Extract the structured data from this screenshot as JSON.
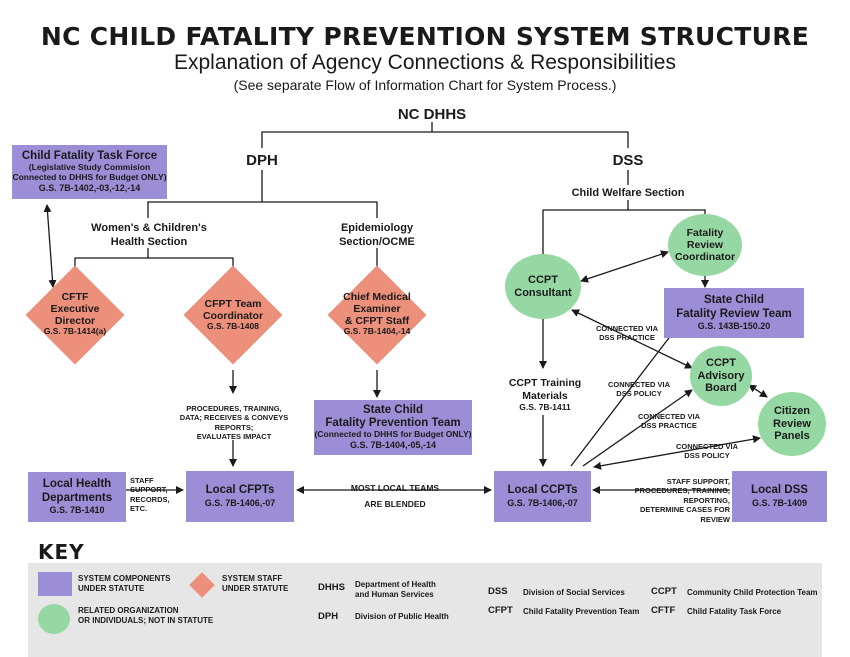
{
  "header": {
    "title": "NC CHILD FATALITY PREVENTION SYSTEM STRUCTURE",
    "subtitle": "Explanation of Agency Connections & Responsibilities",
    "note": "(See separate Flow of Information Chart for System Process.)"
  },
  "top": {
    "dhhs": "NC DHHS",
    "dph": "DPH",
    "dss": "DSS",
    "child_welfare": "Child Welfare Section"
  },
  "dph_sections": {
    "wch": [
      "Women's & Children's",
      "Health Section"
    ],
    "epi": [
      "Epidemiology",
      "Section/OCME"
    ]
  },
  "task_force": {
    "title": "Child Fatality Task Force",
    "sub": [
      "(Legislative Study Commision",
      "Connected to DHHS for Budget ONLY)"
    ],
    "gs": "G.S. 7B-1402,-03,-12,-14"
  },
  "diamonds": {
    "cftf_director": {
      "lines": [
        "CFTF",
        "Executive",
        "Director"
      ],
      "gs": "G.S. 7B-1414(a)"
    },
    "cfpt_coord": {
      "lines": [
        "CFPT Team",
        "Coordinator"
      ],
      "gs": "G.S. 7B-1408"
    },
    "cme": {
      "lines": [
        "Chief Medical",
        "Examiner",
        "& CFPT Staff"
      ],
      "gs": "G.S. 7B-1404,-14"
    }
  },
  "circles": {
    "ccpt_consultant": [
      "CCPT",
      "Consultant"
    ],
    "fatality_coord": [
      "Fatality",
      "Review",
      "Coordinator"
    ],
    "advisory_board": [
      "CCPT",
      "Advisory",
      "Board"
    ],
    "citizen_panels": [
      "Citizen",
      "Review",
      "Panels"
    ]
  },
  "boxes": {
    "state_cfrt": {
      "lines": [
        "State Child",
        "Fatality Review Team"
      ],
      "gs": "G.S. 143B-150.20"
    },
    "state_cfpt": {
      "lines": [
        "State Child",
        "Fatality Prevention Team"
      ],
      "sub": "(Connected to DHHS for Budget ONLY)",
      "gs": "G.S. 7B-1404,-05,-14"
    },
    "local_health": {
      "lines": [
        "Local Health",
        "Departments"
      ],
      "gs": "G.S. 7B-1410"
    },
    "local_cfpts": {
      "title": "Local CFPTs",
      "gs": "G.S. 7B-1406,-07"
    },
    "local_ccpts": {
      "title": "Local CCPTs",
      "gs": "G.S. 7B-1406,-07"
    },
    "local_dss": {
      "title": "Local DSS",
      "gs": "G.S. 7B-1409"
    }
  },
  "annotations": {
    "training_materials": [
      "CCPT Training",
      "Materials"
    ],
    "training_gs": "G.S. 7B-1411",
    "procedures": [
      "PROCEDURES, TRAINING,",
      "DATA; RECEIVES & CONVEYS REPORTS;",
      "EVALUATES IMPACT"
    ],
    "staff_support": [
      "STAFF",
      "SUPPORT,",
      "RECORDS,",
      "ETC."
    ],
    "blended": [
      "MOST LOCAL TEAMS",
      "ARE BLENDED"
    ],
    "dss_support": [
      "STAFF SUPPORT,",
      "PROCEDURES, TRAINING,",
      "REPORTING,",
      "DETERMINE CASES FOR REVIEW"
    ],
    "connected_1": [
      "CONNECTED VIA",
      "DSS PRACTICE"
    ],
    "connected_2": [
      "CONNECTED VIA",
      "DSS POLICY"
    ],
    "connected_3": [
      "CONNECTED VIA",
      "DSS PRACTICE"
    ],
    "connected_4": [
      "CONNECTED VIA",
      "DSS POLICY"
    ]
  },
  "key": {
    "title": "KEY",
    "purple": [
      "SYSTEM COMPONENTS",
      "UNDER STATUTE"
    ],
    "green": [
      "RELATED ORGANIZATION",
      "OR INDIVIDUALS; NOT IN STATUTE"
    ],
    "diamond": [
      "SYSTEM STAFF",
      "UNDER STATUTE"
    ],
    "abbrs": [
      {
        "abbr": "DHHS",
        "def": [
          "Department of Health",
          "and Human Services"
        ]
      },
      {
        "abbr": "DPH",
        "def": [
          "Division of Public Health"
        ]
      },
      {
        "abbr": "DSS",
        "def": [
          "Division of Social Services"
        ]
      },
      {
        "abbr": "CFPT",
        "def": [
          "Child Fatality Prevention Team"
        ]
      },
      {
        "abbr": "CCPT",
        "def": [
          "Community Child Protection Team"
        ]
      },
      {
        "abbr": "CFTF",
        "def": [
          "Child Fatality Task Force"
        ]
      }
    ]
  },
  "colors": {
    "purple": "#9c8ed6",
    "salmon": "#ec8f7b",
    "green": "#96d8a3",
    "key_bg": "#e6e6e6"
  }
}
